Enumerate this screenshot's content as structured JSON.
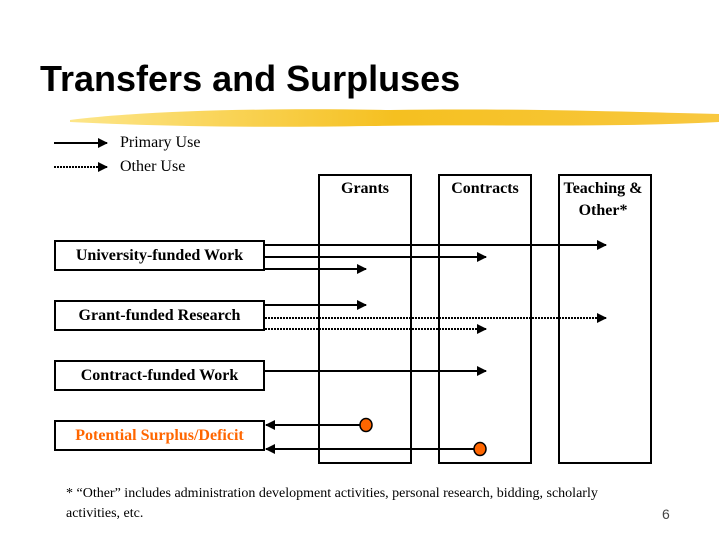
{
  "title": "Transfers and Surpluses",
  "legend": {
    "primary": "Primary Use",
    "other": "Other Use"
  },
  "columns": [
    {
      "label": "Grants"
    },
    {
      "label": "Contracts"
    },
    {
      "label": "Teaching & Other*"
    }
  ],
  "sources": [
    {
      "label": "University-funded Work"
    },
    {
      "label": "Grant-funded Research"
    },
    {
      "label": "Contract-funded Work"
    },
    {
      "label": "Potential Surplus/Deficit"
    }
  ],
  "footnote": "* “Other” includes administration development activities, personal research, bidding, scholarly activities, etc.",
  "page_number": "6",
  "colors": {
    "accent": "#ff6600",
    "brush": "#f5c020"
  }
}
